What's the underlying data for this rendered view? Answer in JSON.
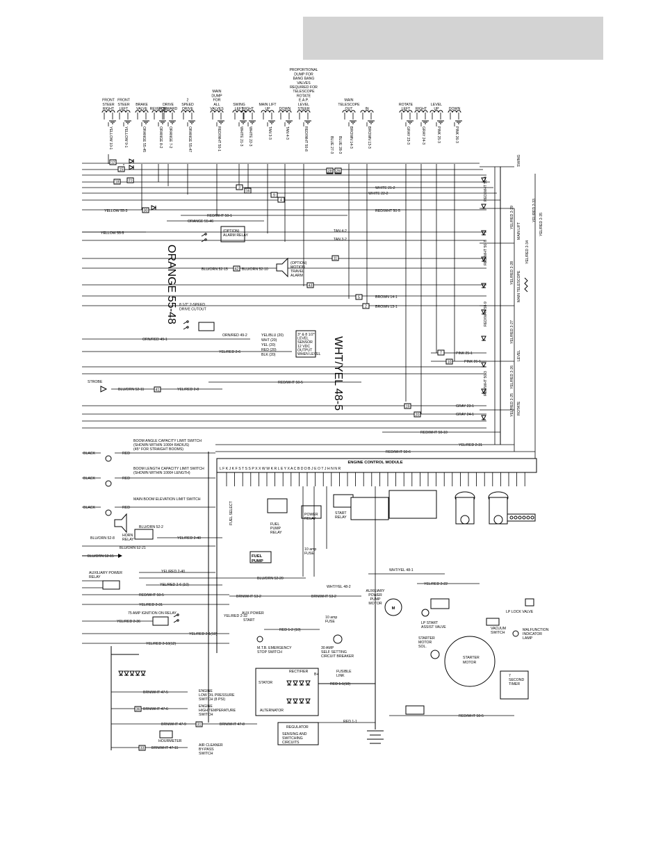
{
  "valves": [
    {
      "lines": [
        "FRONT",
        "STEER",
        "RIGHT"
      ],
      "wire": "YELLOW 10-1"
    },
    {
      "lines": [
        "FRONT",
        "STEER",
        "LEFT"
      ],
      "wire": "YELLOW 9-1"
    },
    {
      "lines": [
        "BRAKE",
        "VALVE"
      ],
      "wire": "ORANGE 55-45"
    },
    {
      "lines": [
        "REVERSE"
      ],
      "wire": "ORANGE 8-2"
    },
    {
      "lines": [
        "DRIVE",
        "FORWARD"
      ],
      "wire": "ORANGE 7-2"
    },
    {
      "lines": [
        "2",
        "SPEED",
        "DRIVE"
      ],
      "wire": "ORANGE 55-47"
    },
    {
      "lines": [
        "MAIN",
        "DUMP",
        "FOR",
        "ALL",
        "VALVES"
      ],
      "wire": "RED/WHT 50-1"
    },
    {
      "lines": [
        "SWING",
        "LEFT"
      ],
      "wire": "WHITE 21-3"
    },
    {
      "lines": [
        "RIGHT"
      ],
      "wire": "WHITE 22-3"
    },
    {
      "lines": [
        "MAIN LIFT",
        "UP"
      ],
      "wire": "TAN 3-3"
    },
    {
      "lines": [
        "DOWN"
      ],
      "wire": "TAN 4-3"
    },
    {
      "lines": [
        "PROPORTIONAL",
        "DUMP FOR",
        "BANG BANG",
        "VALVES",
        "REQUIRED FOR",
        "TELESCOPE",
        "ROTATE",
        "E.A.P.",
        "LEVEL",
        "STEER"
      ],
      "wire": "RED/WHT 50-8"
    },
    {
      "lines": [
        "MAIN",
        "TELESCOPE",
        "OUT"
      ],
      "wire": "BROWN 14-3"
    },
    {
      "lines": [
        "IN"
      ],
      "wire": "BROWN 13-3"
    },
    {
      "lines": [
        "ROTATE",
        "LEFT"
      ],
      "wire": "GRAY 23-3"
    },
    {
      "lines": [
        "RIGHT"
      ],
      "wire": "GRAY 24-3"
    },
    {
      "lines": [
        "LEVEL",
        "UP"
      ],
      "wire": "PINK 25-3"
    },
    {
      "lines": [
        "DOWN"
      ],
      "wire": "PINK 26-3"
    }
  ],
  "extra_wires": {
    "blue_27": "BLUE 27-3",
    "blue_28": "BLUE 28-3"
  },
  "wires": {
    "white_21_2": "WHITE 21-2",
    "white_22_2": "WHITE 22-2",
    "yellow_55_3": "YELLOW 55-3",
    "yellow_55_5": "YELLOW 55-5",
    "red_wht_50_1": "RED/WHT 50-1",
    "red_wht_50_5": "RED/WHT 50-5",
    "orange_55_46": "ORANGE 55-46",
    "orange_55_48": "ORANGE 55-48",
    "tan_4_2": "TAN 4-2",
    "tan_3_2": "TAN 3-2",
    "blu_orn_52_15": "BLU/ORN 52-15",
    "blu_orn_52_10": "BLU/ORN 52-10",
    "brown_14_1": "BROWN 14-1",
    "brown_13_1": "BROWN 13-1",
    "orn_red_49_1": "ORN/RED 49-1",
    "orn_red_49_2": "ORN/RED 49-2",
    "yel_red_2_6": "YEL/RED 2-6",
    "wht_yel_48_5": "WHT/YEL 48-5",
    "pink_25_1": "PINK 25-1",
    "pink_26_1": "PINK 26-1",
    "blu_orn_52_11": "BLU/ORN 52-11",
    "yel_red_2_8": "YEL/RED 2-8",
    "gray_23_1": "GRAY 23-1",
    "gray_24_1": "GRAY 24-1",
    "red_wht_50_10": "RED/WHT 50-10",
    "yel_red_2_31": "YEL/RED 2-31",
    "red_wht_50_6": "RED/WHT 50-6",
    "black": "BLACK",
    "red": "RED",
    "blu_orn_52_2": "BLU/ORN 52-2",
    "blu_orn_52_8": "BLU/ORN 52-8",
    "blu_orn_52_21": "BLU/ORN 52-21",
    "yel_red_2_40": "YEL/RED 2-40",
    "blu_orn_52_15b": "BLU/ORN 52-15",
    "blu_orn_52_20": "BLU/ORN 52-20",
    "yel_red_2_6_10": "YEL/RED 2-6 (10)",
    "brn_wht_53_2": "BRN/WHT 53-2",
    "yel_red_2_31b": "YEL/RED 2-31",
    "yel_red_2_32": "YEL/RED 2-32",
    "yel_red_2_36": "YEL/RED 2-36",
    "yel_red_2_1_10": "YEL/RED 2-1(10)",
    "yel_red_2_10_12": "YEL/RED 2-10(12)",
    "red_1_2_10": "RED 1-2 (10)",
    "red_1_1_10": "RED 1-1(10)",
    "red_1_1": "RED 1-1",
    "red_wht_50_5b": "RED/WHT 50-5",
    "brn_wht_47_5": "BRN/WHT 47-5",
    "brn_wht_47_6": "BRN/WHT 47-6",
    "brn_wht_47_9": "BRN/WHT 47-9",
    "brn_wht_47_8": "BRN/WHT 47-8",
    "brn_wht_47_11": "BRN/WHT 47-11",
    "wht_yel_48_1": "WHT/YEL 48-1",
    "wht_yel_48_2": "WHT/YEL 48-2",
    "yel_red_2_22": "YEL/RED 2-22",
    "red_wht_50_4": "RED/WHT 50-4",
    "red_wht_50_7": "RED/WHT 50-7",
    "red_wht_50_9": "RED/WHT 50-9",
    "red_wht_50_3": "RED/WHT 50-3",
    "yel_red_2_29": "YEL/RED 2-29",
    "yel_red_2_33": "YEL/RED 2-33",
    "yel_red_2_35": "YEL/RED 2-35",
    "yel_red_2_34": "YEL/RED 2-34",
    "yel_red_2_27": "YEL/RED 2-27",
    "yel_red_2_28": "YEL/RED 2-28",
    "yel_red_2_26": "YEL/RED 2-26",
    "yel_red_2_25": "YEL/RED 2-25"
  },
  "labels": {
    "option_alarm_relay": [
      "(OPTION)",
      "ALARM RELAY"
    ],
    "option_motion_alarm": [
      "(OPTION)",
      "MOTION",
      "TRAVEL",
      "ALARM"
    ],
    "drive_cutout": [
      "8 1/2\" 2-SPEED",
      "DRIVE CUTOUT"
    ],
    "level_sensor": [
      "3° & 8 1/2°",
      "LEVEL",
      "SENSOR",
      "12 VDC",
      "OUTPUT",
      "WHEN LEVEL"
    ],
    "level_sensor_pins": [
      "YEL/BLU (20)",
      "WHT (20)",
      "YEL (20)",
      "RED (20)",
      "BLK (20)"
    ],
    "strobe": "STROBE",
    "boom_angle": [
      "BOOM ANGLE CAPACITY LIMIT SWITCH",
      "(SHOWN WITHIN 1000# RADIUS)",
      "(45° FOR STRAIGHT BOOMS)"
    ],
    "boom_length": [
      "BOOM LENGTH CAPACITY LIMIT SWITCH",
      "(SHOWN WITHIN 1000# LENGTH)"
    ],
    "boom_elevation": "MAIN BOOM ELEVATION LIMIT SWITCH",
    "ecm": "ENGINE CONTROL MODULE",
    "ecm_pins": "L F K J K F S T S S P X X W W K R L E Y X A C B D D B J E O T J H N N R",
    "horn_relay": [
      "HORN",
      "RELAY"
    ],
    "aux_power_relay": [
      "AUXILIARY POWER",
      "RELAY"
    ],
    "ignition_relay": "75 AMP IGNITION ON RELAY",
    "fuel_pump_relay": [
      "FUEL",
      "PUMP",
      "RELAY"
    ],
    "power_relay": [
      "POWER",
      "RELAY"
    ],
    "start_relay": [
      "START",
      "RELAY"
    ],
    "fuel_pump": [
      "FUEL",
      "PUMP"
    ],
    "fuse_10": [
      "10 amp",
      "FUSE"
    ],
    "fuse_10b": [
      "10 amp",
      "FUSE"
    ],
    "aux_power": "AUX POWER",
    "start": "START",
    "mtb_switch": [
      "M.T.B. EMERGENCY",
      "STOP SWITCH"
    ],
    "circuit_breaker": [
      "30 AMP",
      "SELF SETTING",
      "CIRCUIT BREAKER"
    ],
    "aux_pump_motor": [
      "AUXILIARY",
      "POWER",
      "PUMP",
      "MOTOR"
    ],
    "lp_start_assist": [
      "LP START",
      "ASSIST VALVE"
    ],
    "vacuum_switch": [
      "VACUUM",
      "SWITCH"
    ],
    "lp_lock_valve": "LP LOCK VALVE",
    "malfunction_lamp": [
      "MALFUNCTION",
      "INDICATOR",
      "LAMP"
    ],
    "starter_motor_sol": [
      "STARTER",
      "MOTOR",
      "SOL."
    ],
    "starter_motor": [
      "STARTER",
      "MOTOR"
    ],
    "second_timer": [
      "7",
      "SECOND",
      "TIMER"
    ],
    "stator": "STATOR",
    "rectifier": "RECTIFIER",
    "alternator": "ALTERNATOR",
    "regulator": "REGULATOR",
    "sensing": [
      "SENSING AND",
      "SWITCHING",
      "CIRCUITS"
    ],
    "fusible_link": [
      "FUSIBLE",
      "LINK"
    ],
    "oil_pressure": [
      "ENGINE",
      "LOW OIL PRESSURE",
      "SWITCH (8 PSI)"
    ],
    "high_temp": [
      "ENGINE",
      "HIGH TEMPERATURE",
      "SWITCH"
    ],
    "hourmeter": "HOURMETER",
    "air_cleaner": [
      "AIR CLEANER",
      "BY-PASS",
      "SWITCH"
    ],
    "fuel_select": "FUEL SELECT",
    "right_labels": [
      "SWING",
      "MAIN LIFT",
      "MAIN TELESCOPE",
      "LEVEL",
      "ROTATE"
    ],
    "b_plus": "B+"
  },
  "tags": [
    "12",
    "15",
    "21",
    "18",
    "3",
    "16",
    "9",
    "4",
    "14",
    "30",
    "42",
    "43",
    "11",
    "22",
    "5",
    "2",
    "7",
    "10",
    "41",
    "19",
    "20",
    "36",
    "31",
    "33",
    "32",
    "28",
    "26",
    "24"
  ]
}
